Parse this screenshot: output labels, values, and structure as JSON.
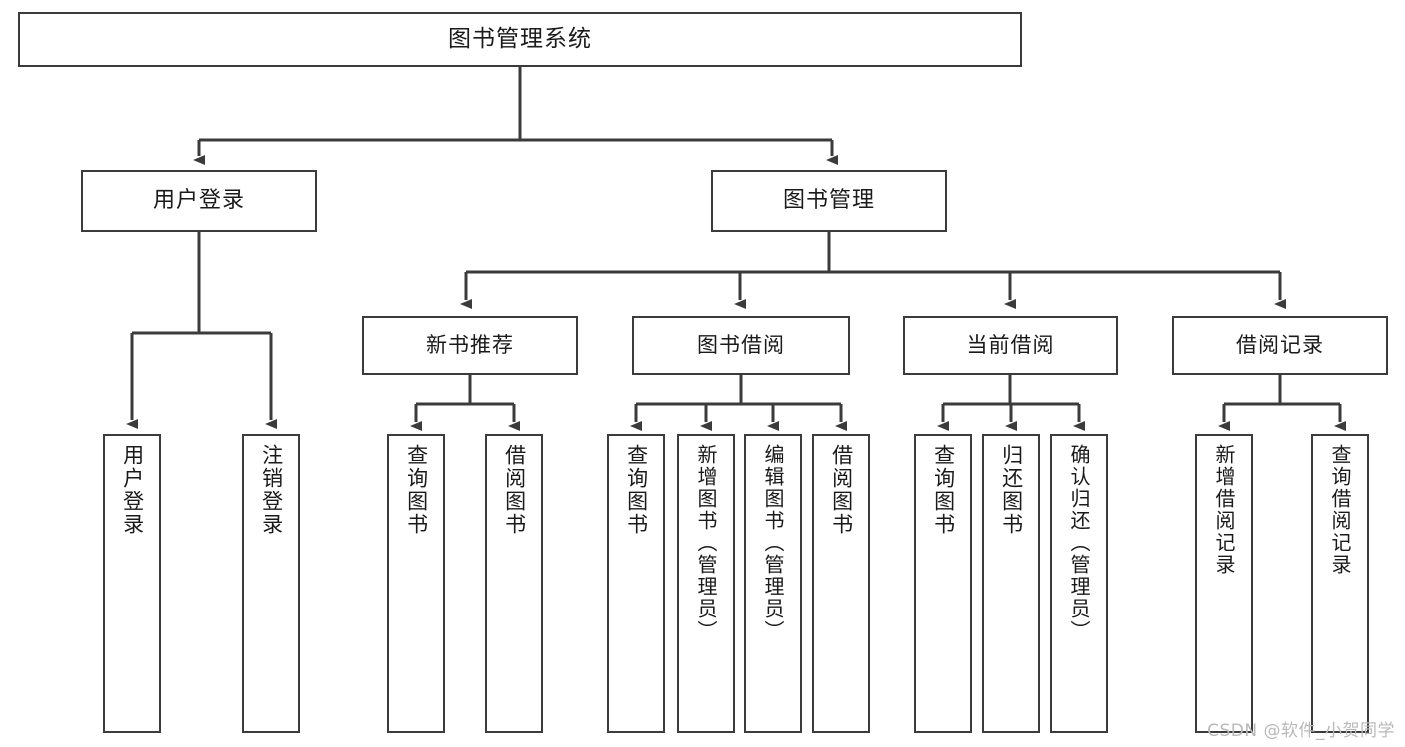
{
  "diagram": {
    "type": "tree",
    "title": "图书管理系统",
    "watermark": "CSDN @软件_小贺同学",
    "colors": {
      "box_border": "#3b3b3b",
      "box_fill": "#ffffff",
      "edge": "#3b3b3b",
      "text": "#1a1a1a",
      "watermark": "#b9b9b9"
    },
    "nodes": {
      "root": {
        "label": "图书管理系统"
      },
      "level2": [
        {
          "id": "user-login",
          "label": "用户登录"
        },
        {
          "id": "book-manage",
          "label": "图书管理"
        }
      ],
      "level3": [
        {
          "id": "new-book-recommend",
          "label": "新书推荐"
        },
        {
          "id": "book-borrow",
          "label": "图书借阅"
        },
        {
          "id": "current-borrow",
          "label": "当前借阅"
        },
        {
          "id": "borrow-record",
          "label": "借阅记录"
        }
      ],
      "leaves": {
        "user_login": [
          {
            "id": "leaf-user-login",
            "label": "用户登录"
          },
          {
            "id": "leaf-logout-login",
            "label": "注销登录"
          }
        ],
        "new_book_recommend": [
          {
            "id": "leaf-query-book-1",
            "label": "查询图书"
          },
          {
            "id": "leaf-borrow-book-1",
            "label": "借阅图书"
          }
        ],
        "book_borrow": [
          {
            "id": "leaf-query-book-2",
            "label": "查询图书"
          },
          {
            "id": "leaf-add-book",
            "label": "新增图书（管理员）"
          },
          {
            "id": "leaf-edit-book",
            "label": "编辑图书（管理员）"
          },
          {
            "id": "leaf-borrow-book-2",
            "label": "借阅图书"
          }
        ],
        "current_borrow": [
          {
            "id": "leaf-query-book-3",
            "label": "查询图书"
          },
          {
            "id": "leaf-return-book",
            "label": "归还图书"
          },
          {
            "id": "leaf-confirm-return",
            "label": "确认归还（管理员）"
          }
        ],
        "borrow_record": [
          {
            "id": "leaf-add-record",
            "label": "新增借阅记录"
          },
          {
            "id": "leaf-query-record",
            "label": "查询借阅记录"
          }
        ]
      }
    }
  }
}
